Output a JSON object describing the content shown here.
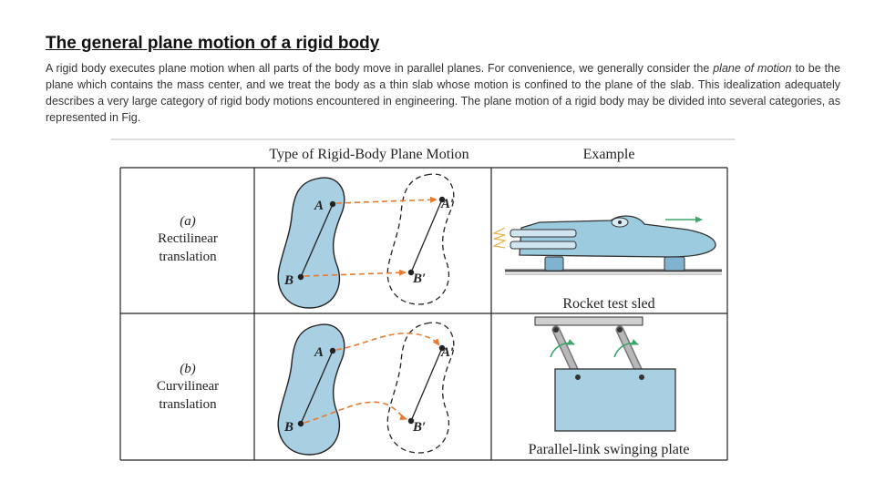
{
  "slide": {
    "title": "The general plane motion of a rigid body",
    "intro": {
      "part1": "A rigid body executes plane motion when all parts of the body move in parallel planes. For convenience, we generally consider the ",
      "italic1": "plane of motion",
      "part2": " to be the plane which contains the mass center, and we treat the body as a thin slab whose motion is confined to the plane of the slab. This idealization adequately describes a very large category of rigid body motions encountered in engineering. The plane motion of a rigid body may be divided into several categories, as represented in Fig."
    }
  },
  "figure": {
    "headers": {
      "type": "Type of Rigid-Body Plane Motion",
      "example": "Example"
    },
    "rows": [
      {
        "letter": "(a)",
        "name_line1": "Rectilinear",
        "name_line2": "translation",
        "point_a": "A",
        "point_b": "B",
        "point_a2": "A′",
        "point_b2": "B′",
        "example_caption": "Rocket test sled"
      },
      {
        "letter": "(b)",
        "name_line1": "Curvilinear",
        "name_line2": "translation",
        "point_a": "A",
        "point_b": "B",
        "point_a2": "A′",
        "point_b2": "B′",
        "example_caption": "Parallel-link swinging plate"
      }
    ]
  },
  "colors": {
    "body_fill": "#a9cfe2",
    "arrow": "#e8792f",
    "grid": "#222222",
    "sled_fill": "#9ccbe0",
    "motion_arrow": "#3aa66a"
  }
}
